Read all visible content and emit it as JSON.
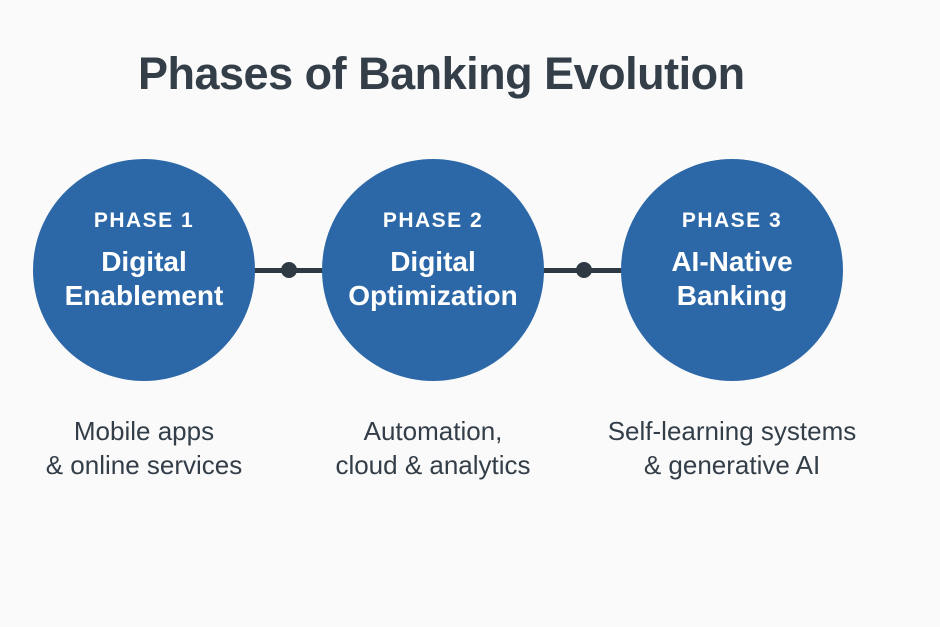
{
  "page": {
    "background_color": "#fafafa"
  },
  "title": "Phases of Banking Evolution",
  "colors": {
    "circle_fill": "#2c68a7",
    "circle_text": "#ffffff",
    "dark_text": "#333e48",
    "connector": "#2e3943"
  },
  "phases": [
    {
      "label": "PHASE 1",
      "name": "Digital\nEnablement",
      "caption": "Mobile apps\n& online services"
    },
    {
      "label": "PHASE 2",
      "name": "Digital\nOptimization",
      "caption": "Automation,\ncloud & analytics"
    },
    {
      "label": "PHASE 3",
      "name": "AI-Native\nBanking",
      "caption": "Self-learning systems\n& generative AI"
    }
  ]
}
